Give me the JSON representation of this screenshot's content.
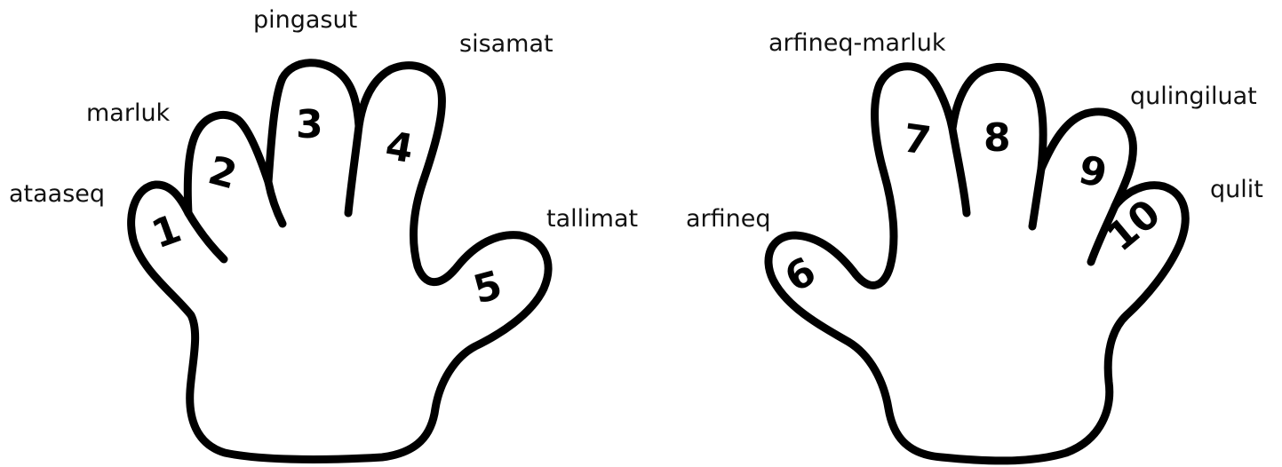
{
  "left_hand": {
    "fingers": [
      {
        "digit": "1",
        "word": "ataaseq"
      },
      {
        "digit": "2",
        "word": "marluk"
      },
      {
        "digit": "3",
        "word": "pingasut"
      },
      {
        "digit": "4",
        "word": "sisamat"
      },
      {
        "digit": "5",
        "word": "tallimat"
      }
    ]
  },
  "right_hand": {
    "fingers": [
      {
        "digit": "6",
        "word": "arfineq"
      },
      {
        "digit": "7",
        "word": "arfineq-marluk"
      },
      {
        "digit": "8",
        "word": ""
      },
      {
        "digit": "9",
        "word": "qulingiluat"
      },
      {
        "digit": "10",
        "word": "qulit"
      }
    ]
  },
  "colors": {
    "outline": "#000000",
    "background": "#ffffff",
    "text": "#111111"
  }
}
